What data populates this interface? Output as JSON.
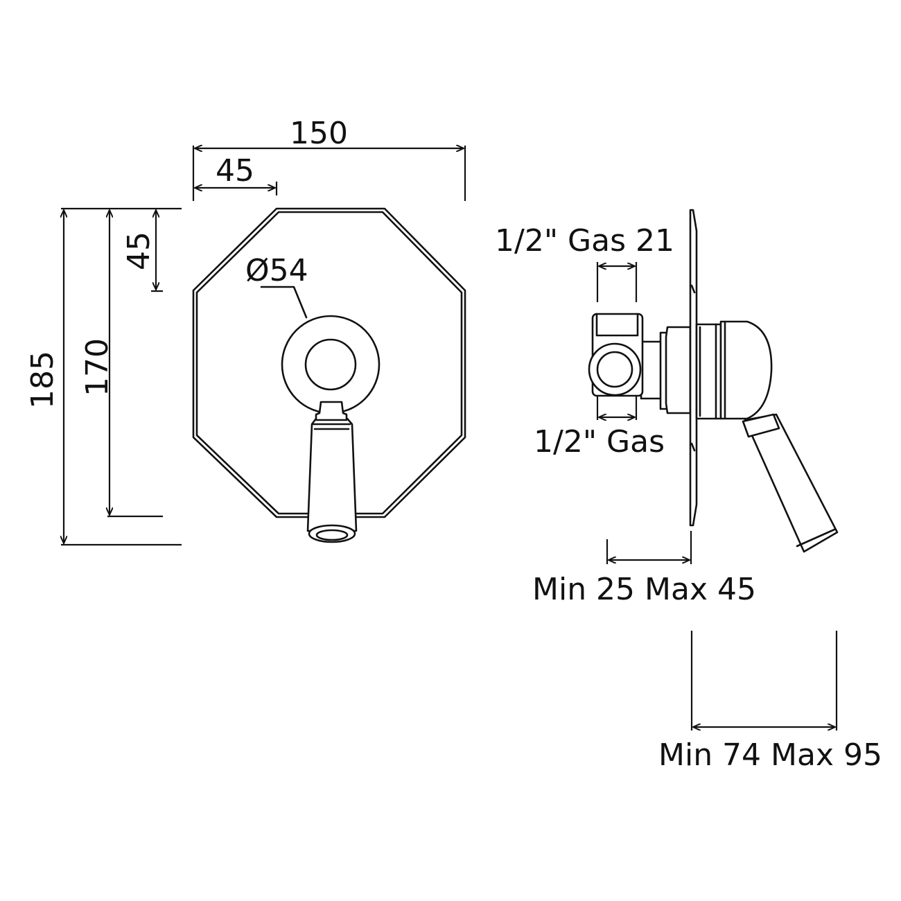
{
  "front_view": {
    "dim_width_total": "150",
    "dim_width_offset": "45",
    "dim_height_total": "185",
    "dim_height_plate": "170",
    "dim_height_offset": "45",
    "dim_diameter": "Ø54"
  },
  "side_view": {
    "inlet_label": "1/2\" Gas 21",
    "outlet_label": "1/2\" Gas",
    "depth_label": "Min 25 Max 45",
    "projection_label": "Min 74 Max 95"
  },
  "colors": {
    "line": "#111111",
    "background": "#ffffff"
  }
}
